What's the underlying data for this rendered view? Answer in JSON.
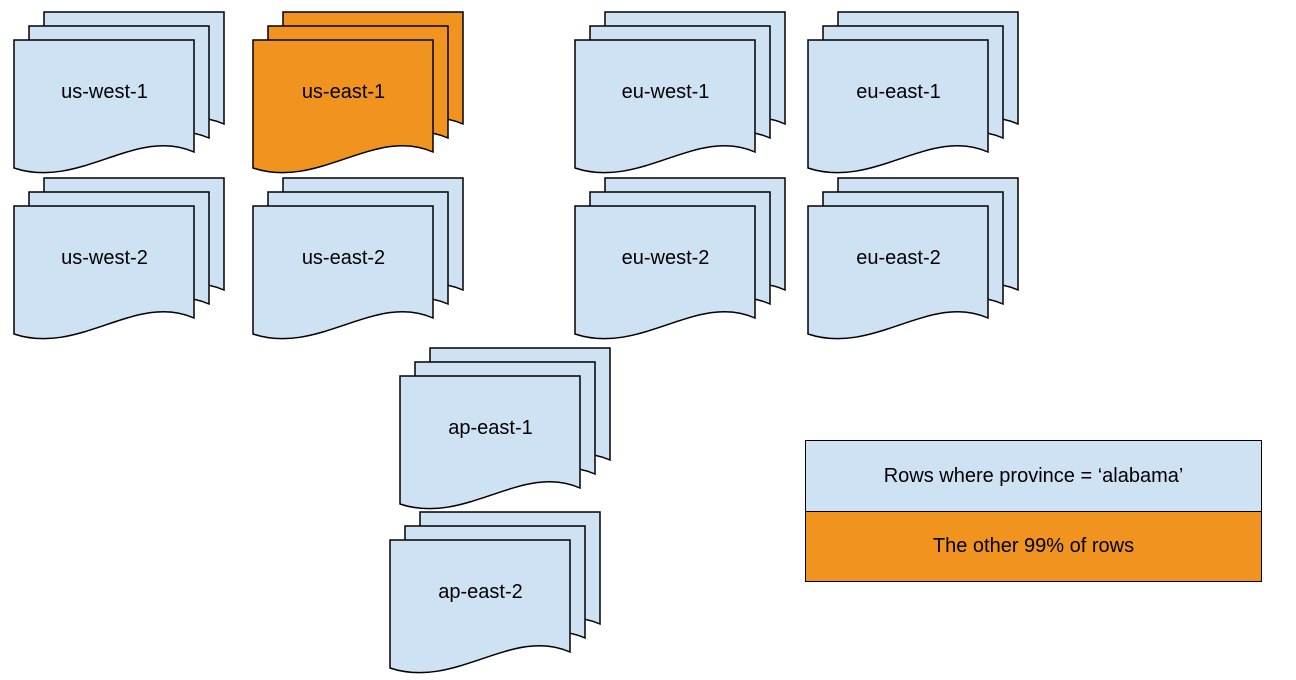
{
  "diagram": {
    "stacks": [
      {
        "label": "us-west-1",
        "color": "blue"
      },
      {
        "label": "us-east-1",
        "color": "orange"
      },
      {
        "label": "eu-west-1",
        "color": "blue"
      },
      {
        "label": "eu-east-1",
        "color": "blue"
      },
      {
        "label": "us-west-2",
        "color": "blue"
      },
      {
        "label": "us-east-2",
        "color": "blue"
      },
      {
        "label": "eu-west-2",
        "color": "blue"
      },
      {
        "label": "eu-east-2",
        "color": "blue"
      },
      {
        "label": "ap-east-1",
        "color": "blue"
      },
      {
        "label": "ap-east-2",
        "color": "blue"
      }
    ],
    "legend": {
      "items": [
        {
          "label": "Rows where province = ‘alabama’",
          "color": "blue"
        },
        {
          "label": "The other 99% of rows",
          "color": "orange"
        }
      ]
    },
    "colors": {
      "blue": "#cfe2f3",
      "orange": "#f0941f",
      "outline": "#000000",
      "background": "#ffffff"
    }
  }
}
